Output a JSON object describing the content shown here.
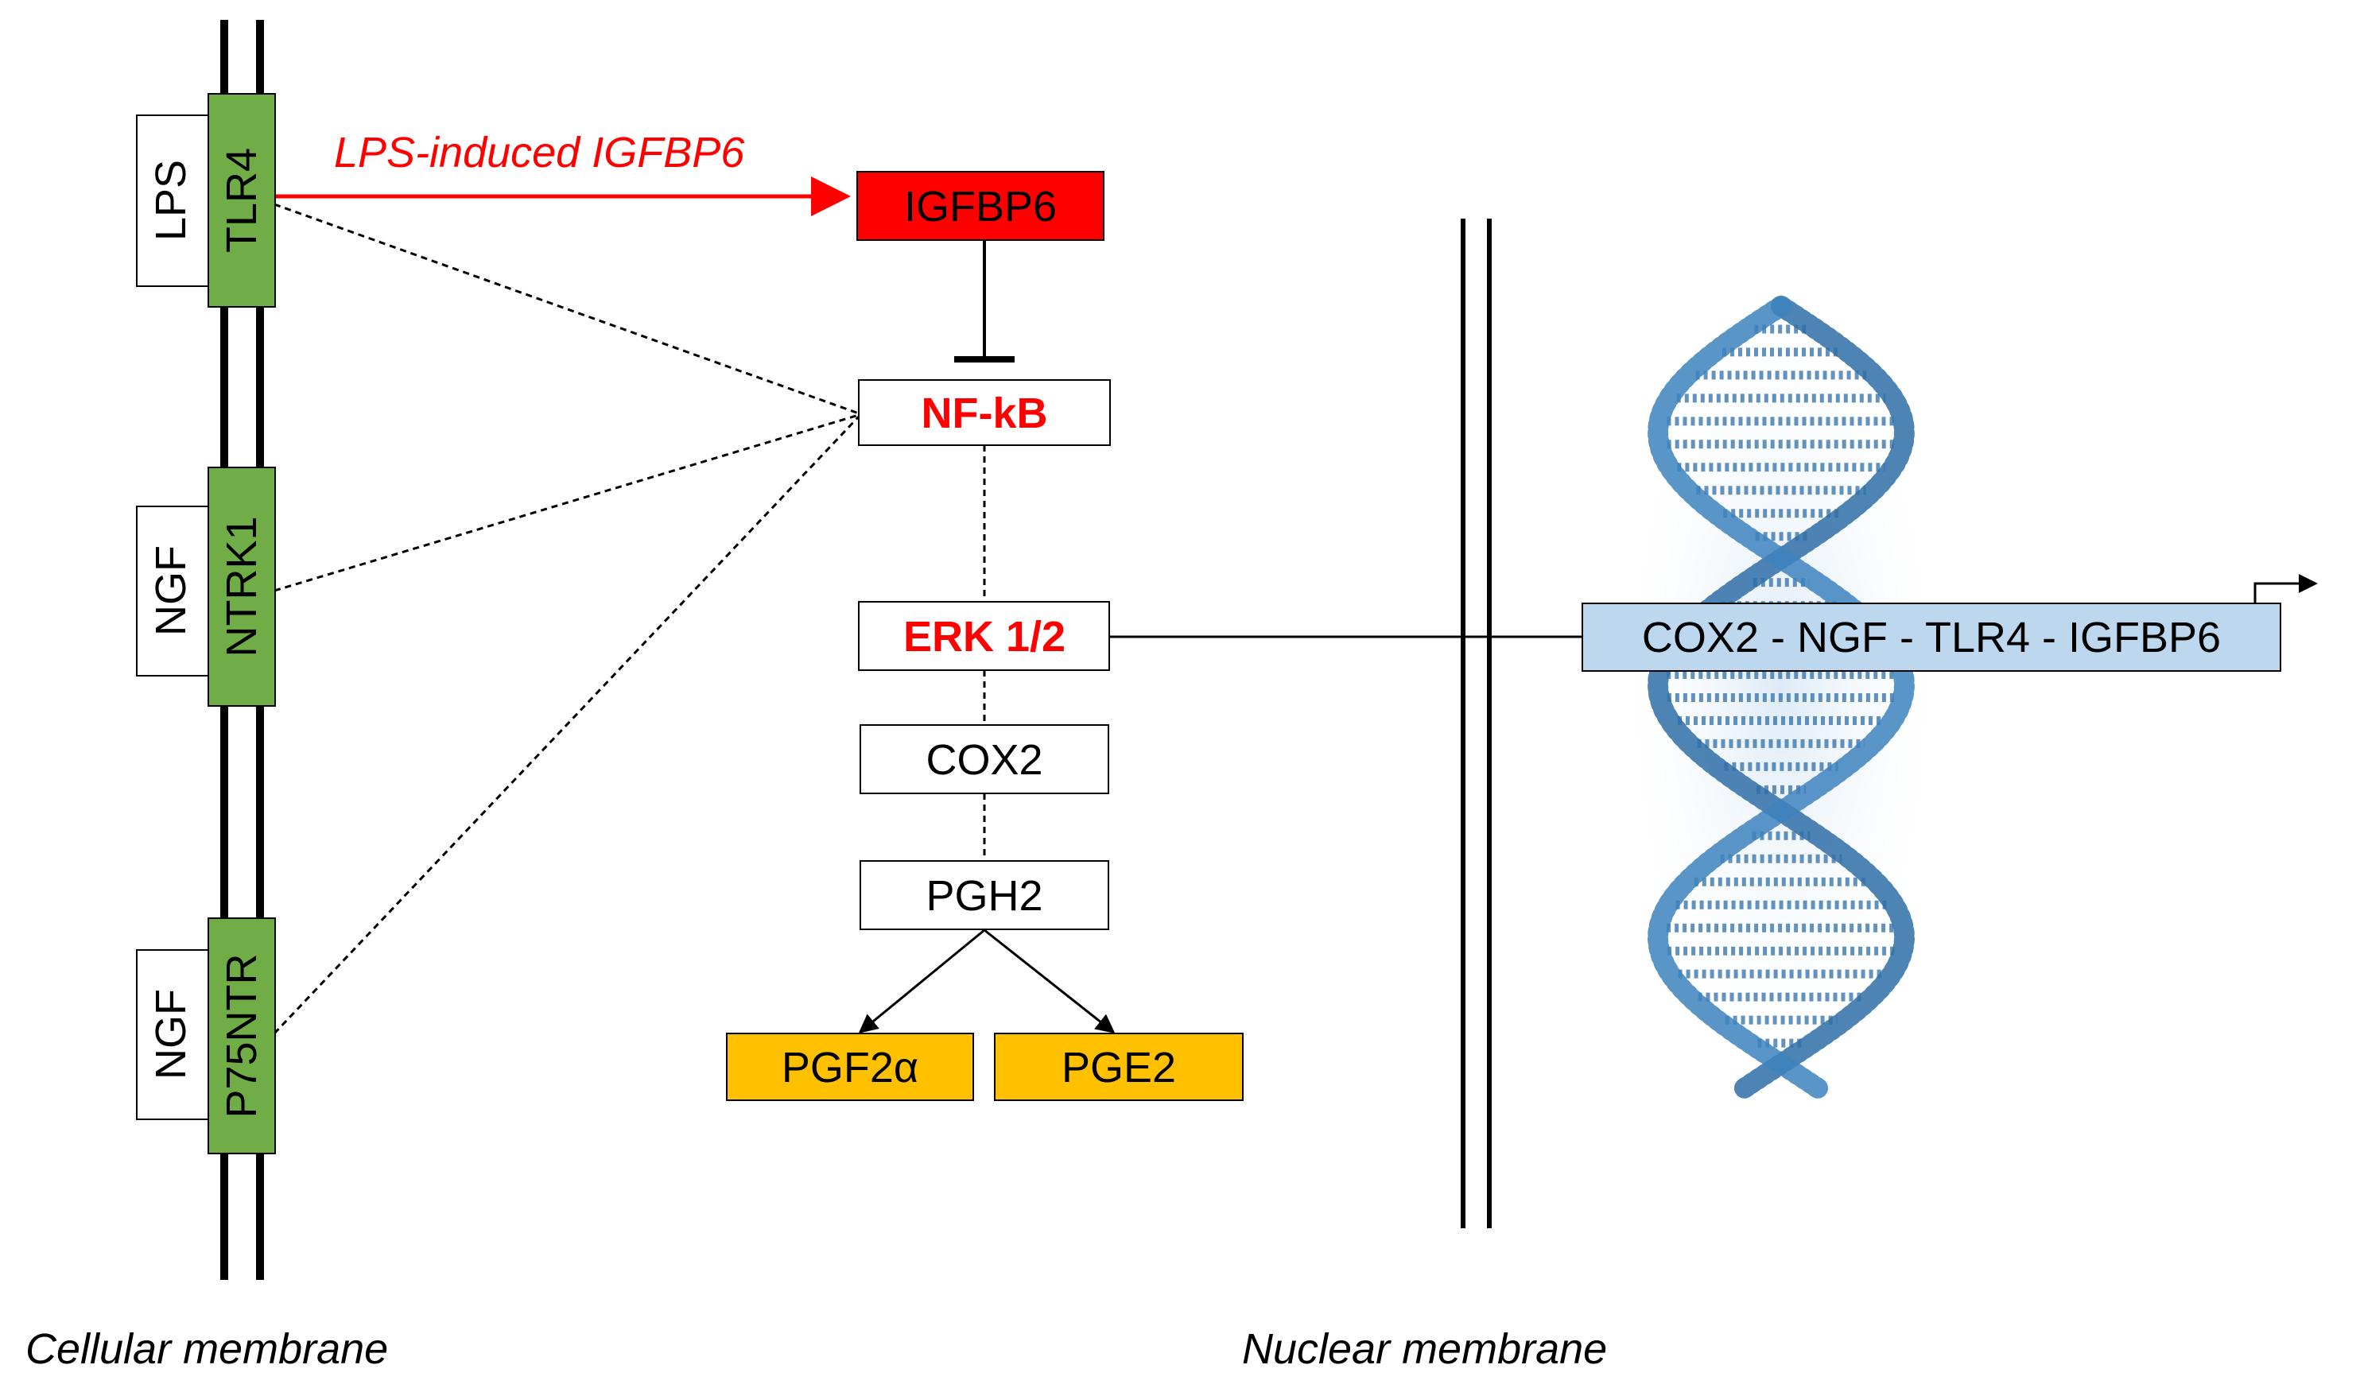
{
  "receptors": [
    {
      "ligand": "LPS",
      "receptor": "TLR4"
    },
    {
      "ligand": "NGF",
      "receptor": "NTRK1"
    },
    {
      "ligand": "NGF",
      "receptor": "P75NTR"
    }
  ],
  "pathway": {
    "lps_arrow_label": "LPS-induced IGFBP6",
    "igfbp6": "IGFBP6",
    "nfkb": "NF-kB",
    "erk": "ERK 1/2",
    "cox2": "COX2",
    "pgh2": "PGH2",
    "pgf2a": "PGF2α",
    "pge2": "PGE2"
  },
  "genes_box": "COX2 - NGF - TLR4 - IGFBP6",
  "labels": {
    "cellular_membrane": "Cellular membrane",
    "nuclear_membrane": "Nuclear membrane"
  },
  "colors": {
    "receptor_fill": "#70ad47",
    "igfbp6_fill": "#ff0000",
    "highlight_text": "#ff0000",
    "prostaglandin_fill": "#ffc000",
    "genes_fill": "#bdd7ee",
    "dna_blue": "#2f6fa7"
  },
  "icons": {
    "dna": "dna-helix-icon",
    "transcription_start": "transcription-start-arrow-icon"
  }
}
